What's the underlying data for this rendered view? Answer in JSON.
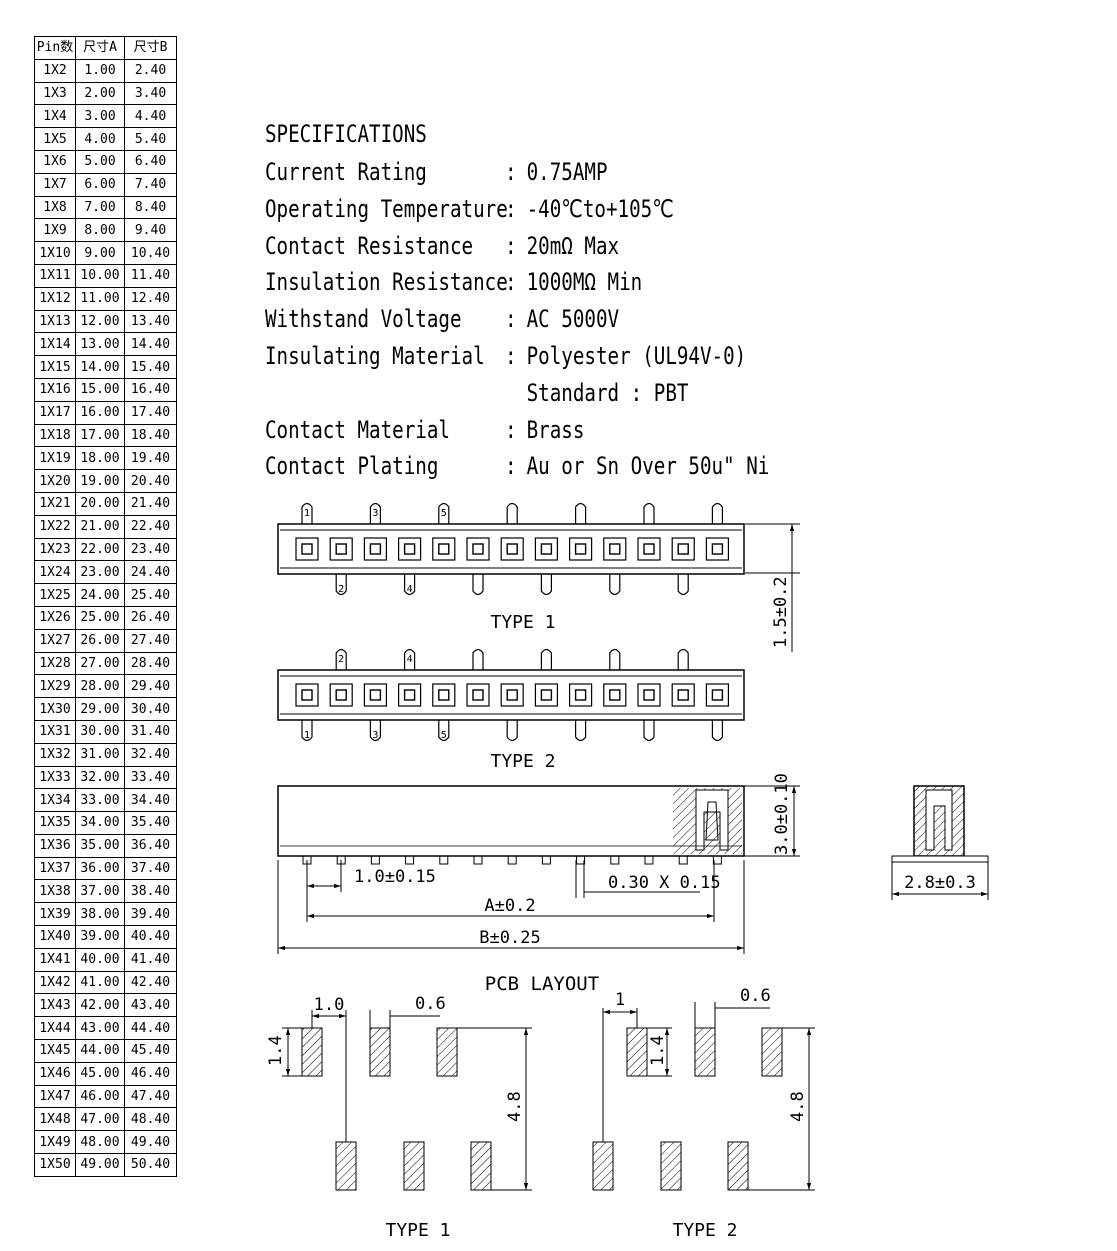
{
  "pin_table": {
    "headers": [
      "Pin数",
      "尺寸A",
      "尺寸B"
    ],
    "rows": [
      [
        "1X2",
        "1.00",
        "2.40"
      ],
      [
        "1X3",
        "2.00",
        "3.40"
      ],
      [
        "1X4",
        "3.00",
        "4.40"
      ],
      [
        "1X5",
        "4.00",
        "5.40"
      ],
      [
        "1X6",
        "5.00",
        "6.40"
      ],
      [
        "1X7",
        "6.00",
        "7.40"
      ],
      [
        "1X8",
        "7.00",
        "8.40"
      ],
      [
        "1X9",
        "8.00",
        "9.40"
      ],
      [
        "1X10",
        "9.00",
        "10.40"
      ],
      [
        "1X11",
        "10.00",
        "11.40"
      ],
      [
        "1X12",
        "11.00",
        "12.40"
      ],
      [
        "1X13",
        "12.00",
        "13.40"
      ],
      [
        "1X14",
        "13.00",
        "14.40"
      ],
      [
        "1X15",
        "14.00",
        "15.40"
      ],
      [
        "1X16",
        "15.00",
        "16.40"
      ],
      [
        "1X17",
        "16.00",
        "17.40"
      ],
      [
        "1X18",
        "17.00",
        "18.40"
      ],
      [
        "1X19",
        "18.00",
        "19.40"
      ],
      [
        "1X20",
        "19.00",
        "20.40"
      ],
      [
        "1X21",
        "20.00",
        "21.40"
      ],
      [
        "1X22",
        "21.00",
        "22.40"
      ],
      [
        "1X23",
        "22.00",
        "23.40"
      ],
      [
        "1X24",
        "23.00",
        "24.40"
      ],
      [
        "1X25",
        "24.00",
        "25.40"
      ],
      [
        "1X26",
        "25.00",
        "26.40"
      ],
      [
        "1X27",
        "26.00",
        "27.40"
      ],
      [
        "1X28",
        "27.00",
        "28.40"
      ],
      [
        "1X29",
        "28.00",
        "29.40"
      ],
      [
        "1X30",
        "29.00",
        "30.40"
      ],
      [
        "1X31",
        "30.00",
        "31.40"
      ],
      [
        "1X32",
        "31.00",
        "32.40"
      ],
      [
        "1X33",
        "32.00",
        "33.40"
      ],
      [
        "1X34",
        "33.00",
        "34.40"
      ],
      [
        "1X35",
        "34.00",
        "35.40"
      ],
      [
        "1X36",
        "35.00",
        "36.40"
      ],
      [
        "1X37",
        "36.00",
        "37.40"
      ],
      [
        "1X38",
        "37.00",
        "38.40"
      ],
      [
        "1X39",
        "38.00",
        "39.40"
      ],
      [
        "1X40",
        "39.00",
        "40.40"
      ],
      [
        "1X41",
        "40.00",
        "41.40"
      ],
      [
        "1X42",
        "41.00",
        "42.40"
      ],
      [
        "1X43",
        "42.00",
        "43.40"
      ],
      [
        "1X44",
        "43.00",
        "44.40"
      ],
      [
        "1X45",
        "44.00",
        "45.40"
      ],
      [
        "1X46",
        "45.00",
        "46.40"
      ],
      [
        "1X47",
        "46.00",
        "47.40"
      ],
      [
        "1X48",
        "47.00",
        "48.40"
      ],
      [
        "1X49",
        "48.00",
        "49.40"
      ],
      [
        "1X50",
        "49.00",
        "50.40"
      ]
    ]
  },
  "specs": {
    "title": "SPECIFICATIONS",
    "items": [
      {
        "label": "Current Rating",
        "value": "0.75AMP"
      },
      {
        "label": "Operating Temperature",
        "value": "-40℃to+105℃"
      },
      {
        "label": "Contact Resistance",
        "value": "20mΩ Max"
      },
      {
        "label": "Insulation Resistance",
        "value": "1000MΩ Min"
      },
      {
        "label": "Withstand Voltage",
        "value": "AC 5000V"
      },
      {
        "label": "Insulating Material",
        "value": "Polyester (UL94V-0)",
        "extra": "Standard : PBT"
      },
      {
        "label": "Contact Material",
        "value": "Brass"
      },
      {
        "label": "Contact Plating",
        "value": "Au or Sn Over 50u\" Ni"
      }
    ]
  },
  "drawing": {
    "type1_label": "TYPE 1",
    "type2_label": "TYPE 2",
    "height_dim": "1.5±0.2",
    "type1_top_pins": [
      "1",
      "3",
      "5"
    ],
    "type1_bottom_pins": [
      "2",
      "4"
    ],
    "type2_top_pins": [
      "2",
      "4"
    ],
    "type2_bottom_pins": [
      "1",
      "3",
      "5"
    ],
    "side_height_dim": "3.0±0.10",
    "pitch_dim": "1.0±0.15",
    "pin_size_dim": "0.30 X 0.15",
    "a_dim": "A±0.2",
    "b_dim": "B±0.25",
    "end_width_dim": "2.8±0.3",
    "pcb_title": "PCB LAYOUT",
    "pcb1_pitch": "1.0",
    "pcb1_pad_w": "0.6",
    "pcb1_pad_h": "1.4",
    "pcb1_row_sp": "4.8",
    "pcb1_label": "TYPE 1",
    "pcb2_pitch": "1",
    "pcb2_pad_w": "0.6",
    "pcb2_pad_h": "1.4",
    "pcb2_row_sp": "4.8",
    "pcb2_label": "TYPE 2"
  }
}
